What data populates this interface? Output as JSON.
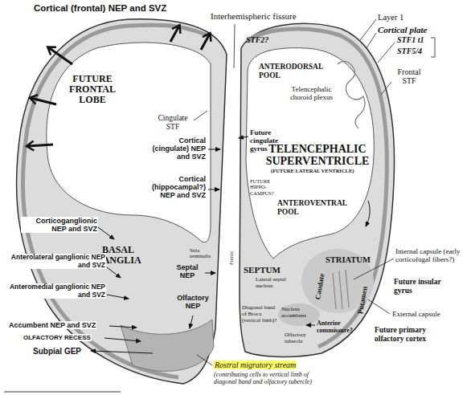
{
  "diagram": {
    "labels": [
      "Cortical (frontal) NEP and SVZ",
      "Interhemispheric fissure",
      "Layer 1",
      "Cortical plate",
      "STF2?",
      "STF1 t1",
      "STF5/4",
      "Frontal STF",
      "FUTURE FRONTAL LOBE",
      "ANTERODORSAL POOL",
      "Telencephalic choroid plexus",
      "Cingulate STF",
      "Cortical (cingulate) NEP and SVZ",
      "Future cingulate gyrus",
      "TELENCEPHALIC SUPERVENTRICLE",
      "(FUTURE LATERAL VENTRICLE)",
      "Cortical (hippocampal?) NEP and SVZ",
      "FUTURE HIPPO- CAMPUS?",
      "ANTEROVENTRAL POOL",
      "Corticoganglionic NEP and SVZ",
      "BASAL GANGLIA",
      "Anterolateral ganglionic NEP and SVZ",
      "Fornix",
      "Stria terminalis",
      "Septal NEP",
      "SEPTUM",
      "Lateral septal nucleus",
      "Internal capsule (early corticofugal fibers?)",
      "Caudate",
      "STRIATUM",
      "Putamen",
      "Future insular gyrus",
      "Anteromedial ganglionic NEP and SVZ",
      "Olfactory NEP",
      "Diagonal band of Broca (vertical limb)?",
      "Nucleus accumbens",
      "Anterior commissure?",
      "External capsule",
      "Accumbent NEP and SVZ",
      "OLFACTORY RECESS",
      "Olfactory tubercle",
      "Future primary olfactory cortex",
      "Subpial GEP",
      "Rostral migratory stream",
      "(contributing cells to vertical limb of diagonal band and olfactory tubercle)"
    ]
  }
}
